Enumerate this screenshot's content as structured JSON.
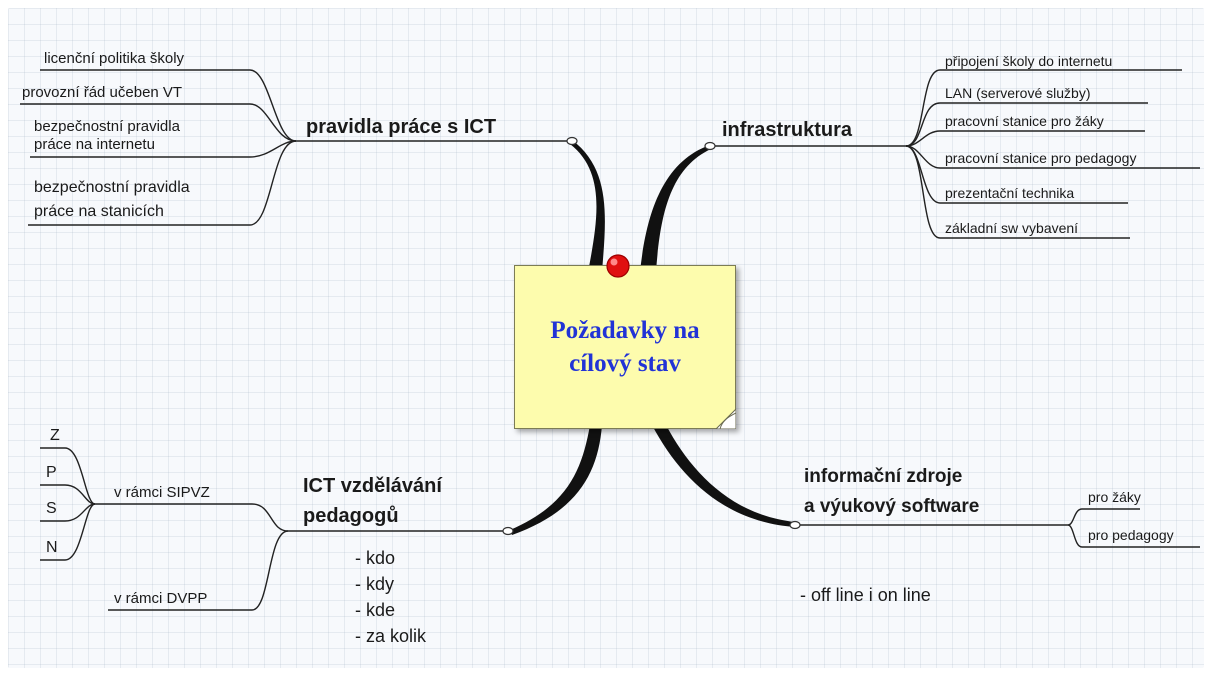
{
  "center": {
    "title": "Požadavky na\ncílový stav"
  },
  "branches": {
    "rules": {
      "label": "pravidla práce s ICT",
      "items": [
        "licenční politika školy",
        "provozní řád učeben VT",
        "bezpečnostní pravidla\npráce na internetu",
        "bezpečnostní pravidla\npráce na stanicích"
      ]
    },
    "infrastructure": {
      "label": "infrastruktura",
      "items": [
        "připojení školy do internetu",
        "LAN (serverové služby)",
        "pracovní stanice pro žáky",
        "pracovní stanice pro pedagogy",
        "prezentační technika",
        "základní sw vybavení"
      ]
    },
    "education": {
      "label": "ICT vzdělávání\npedagogů",
      "sipvz": {
        "label": "v rámci SIPVZ",
        "items": [
          "Z",
          "P",
          "S",
          "N"
        ]
      },
      "dvpp": {
        "label": "v rámci DVPP"
      },
      "notes": [
        "- kdo",
        "- kdy",
        "- kde",
        "- za kolik"
      ]
    },
    "resources": {
      "label": "informační zdroje\na výukový software",
      "items": [
        "pro žáky",
        "pro pedagogy"
      ],
      "note": "- off line i on line"
    }
  },
  "colors": {
    "title": "#2233d6",
    "note_bg": "#fdfcad",
    "pin": "#e01010",
    "lines": "#111111"
  }
}
